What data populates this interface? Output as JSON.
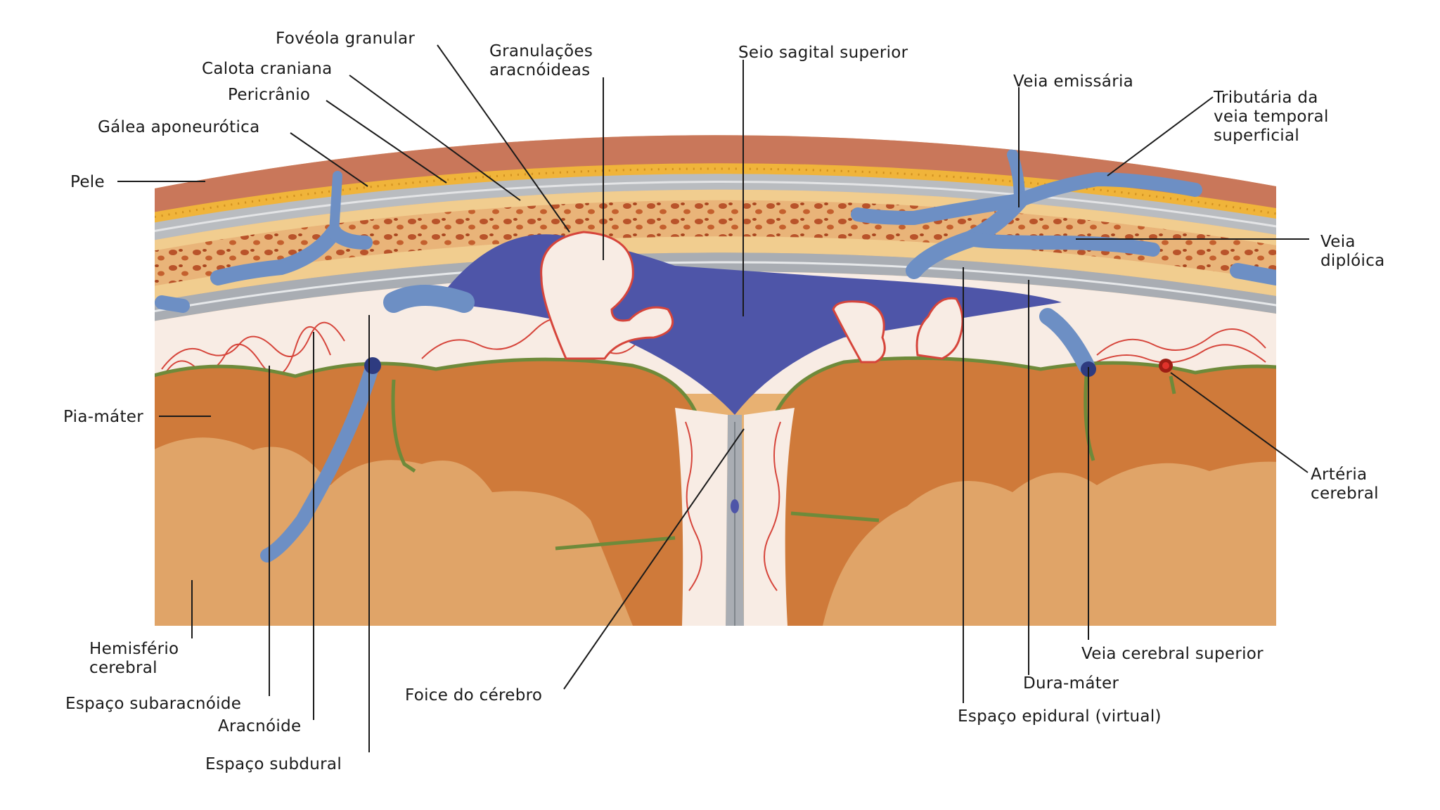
{
  "labels": {
    "foveola": "Fovéola granular",
    "calota": "Calota craniana",
    "pericranio": "Pericrânio",
    "galea": "Gálea aponeurótica",
    "pele": "Pele",
    "granulacoes_1": "Granulações",
    "granulacoes_2": "aracnóideas",
    "seio": "Seio sagital superior",
    "veia_emissaria": "Veia emissária",
    "tributaria_1": "Tributária da",
    "tributaria_2": "veia temporal",
    "tributaria_3": "superficial",
    "veia_diploica_1": "Veia",
    "veia_diploica_2": "diplóica",
    "pia": "Pia-máter",
    "arteria_1": "Artéria",
    "arteria_2": "cerebral",
    "hemisferio_1": "Hemisfério",
    "hemisferio_2": "cerebral",
    "subaracnoide": "Espaço subaracnóide",
    "aracnoide": "Aracnóide",
    "subdural": "Espaço subdural",
    "foice": "Foice do cérebro",
    "veia_cerebral_sup": "Veia cerebral superior",
    "dura": "Dura-máter",
    "epidural": "Espaço epidural (virtual)"
  },
  "colors": {
    "skin": "#c9775a",
    "galea": "#f0b43a",
    "pericranium": "#b9bcc0",
    "bone": "#f1cd8f",
    "diploe": "#c05a2a",
    "dura": "#a9adb3",
    "sinus": "#4e55a8",
    "vein": "#6d8fc4",
    "arachnoid_web": "#f8ece4",
    "vessel_red": "#d6453b",
    "pia_green": "#6e8a3a",
    "cortex": "#cf7a3a",
    "white_matter": "#e0a468"
  }
}
